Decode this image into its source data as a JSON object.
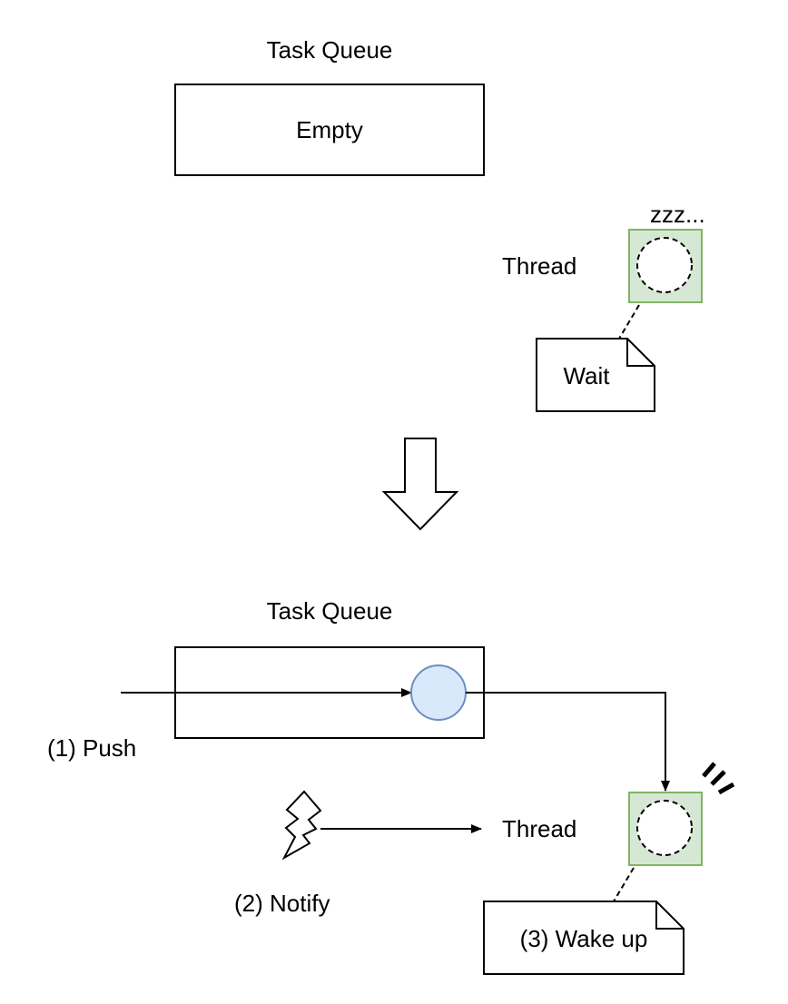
{
  "colors": {
    "stroke": "#000000",
    "thread_fill": "#d5e8d4",
    "thread_stroke": "#82b366",
    "task_fill": "#dae8fc",
    "task_stroke": "#6c8ebf",
    "background": "#ffffff"
  },
  "before": {
    "queue_title": "Task Queue",
    "queue_content": "Empty",
    "thread_label": "Thread",
    "sleep_text": "zzz...",
    "note_text": "Wait"
  },
  "transition_icon": "down-arrow-icon",
  "after": {
    "queue_title": "Task Queue",
    "push_label": "(1) Push",
    "notify_label": "(2) Notify",
    "thread_label": "Thread",
    "note_text": "(3) Wake up",
    "notify_icon": "lightning-icon",
    "wake_icon": "wake-marks-icon"
  }
}
